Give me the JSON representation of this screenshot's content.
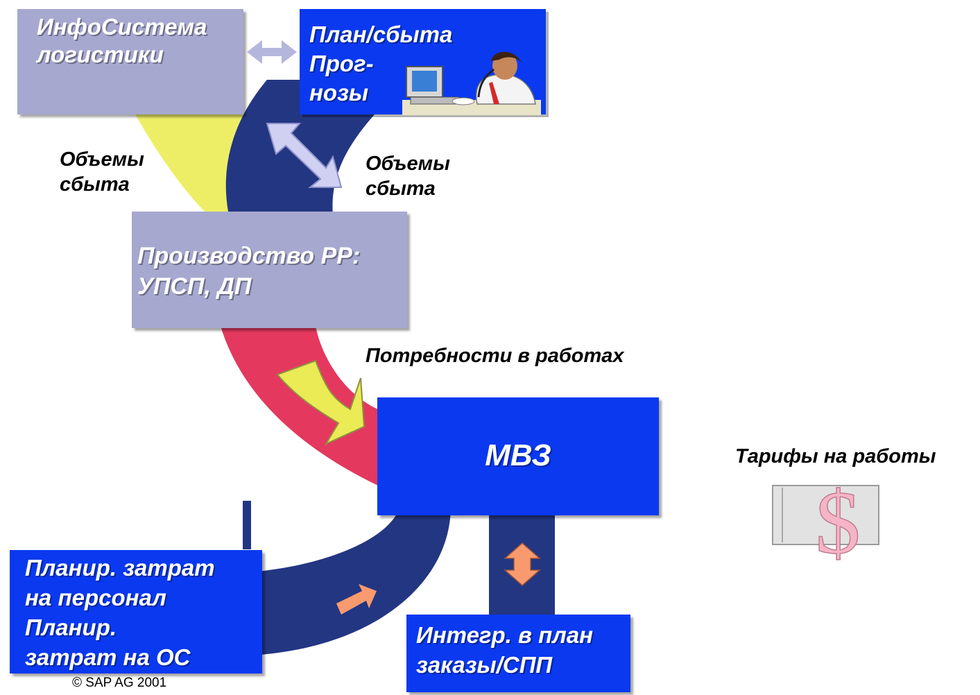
{
  "colors": {
    "gray_box": "#a6a8cf",
    "blue_box": "#0a39f0",
    "yellow_band": "#eeee66",
    "navy_band": "#233682",
    "red_band": "#e4385f",
    "lavender_arrow": "#cfd0f2",
    "salmon_arrow": "#f99a6e"
  },
  "boxes": {
    "info_system": "ИнфоСистема\nлогистики",
    "sales_plan": "План/сбыта\nПрог-\nнозы",
    "production": "Производство PP:\nУПСП, ДП",
    "mvz": "МВЗ",
    "cost_planning": "Планир. затрат\nна персонал\nПланир.\nзатрат на ОС",
    "integration": "Интегр. в план\nзаказы/СПП"
  },
  "labels": {
    "sales_volumes_left": "Объемы\nсбыта",
    "sales_volumes_right": "Объемы\nсбыта",
    "activity_needs": "Потребности в работах",
    "activity_rates": "Тарифы на работы"
  },
  "icons": {
    "rates": "dollar-icon",
    "planner": "person-at-computer-icon"
  },
  "copyright": "© SAP AG 2001"
}
